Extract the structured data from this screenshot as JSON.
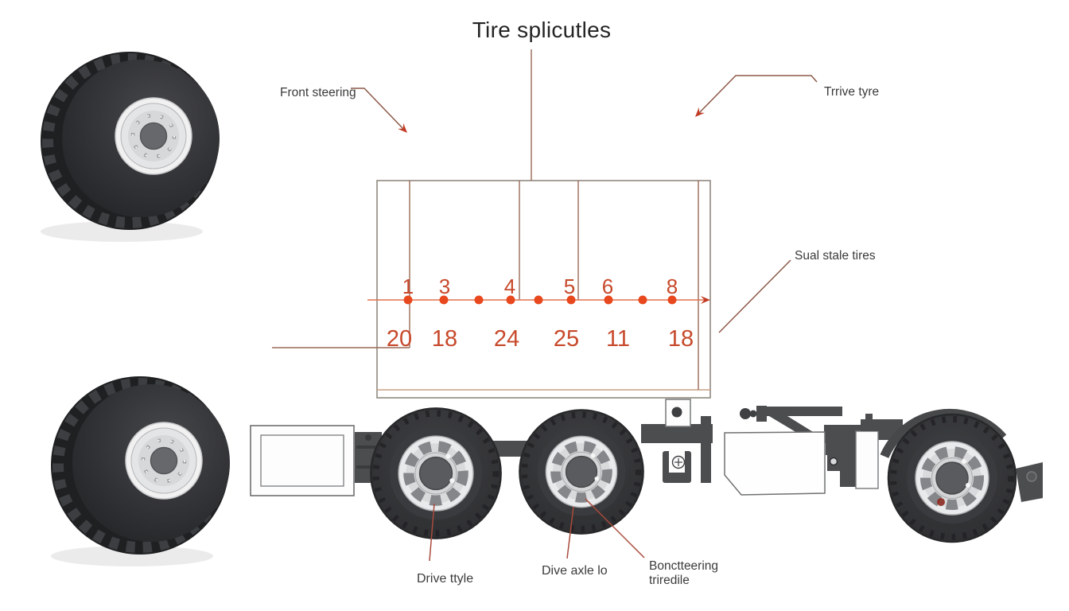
{
  "title": "Tire splicutles",
  "callouts": {
    "front_steering": "Front steering",
    "drive_tyre": "Trrive tyre",
    "dual_scale_tires": "Sual stale tires",
    "drive_style": "Drive ttyle",
    "drive_axle": "Dive axle lo",
    "rear_steering_line1": "Bonctteering",
    "rear_steering_line2": "triredile"
  },
  "axle_diagram": {
    "positions": [
      "1",
      "3",
      "4",
      "5",
      "6",
      "8"
    ],
    "values": [
      "20",
      "18",
      "24",
      "25",
      "11",
      "18"
    ],
    "dot_count": 9
  },
  "colors": {
    "accent_orange_dot": "#e8481e",
    "number_red": "#c7492b",
    "callout_line_brown": "#8d5a49",
    "pointer_line_red": "#a94a3c",
    "arrowhead_red": "#c23b24",
    "chassis_gray": "#4c4d4f",
    "tire_dark": "#2c2d2f",
    "rim_silver": "#e7e8ea"
  }
}
